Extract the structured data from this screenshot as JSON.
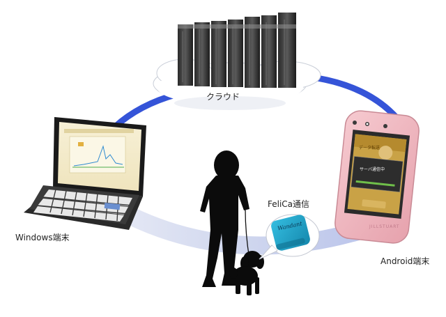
{
  "labels": {
    "cloud": "クラウド",
    "windows": "Windows端末",
    "android": "Android端末",
    "felica": "FeliCa通信"
  },
  "phone": {
    "title": "データ転送",
    "dialog_title": "サーバ通信中",
    "brand": "JILLSTUART"
  },
  "device": {
    "brand": "Wandant"
  },
  "colors": {
    "connection": "#3a55d8",
    "connection_faded": "#b8c3e8",
    "phone_case": "#f0b8c0",
    "felica_device": "#1fa2c8",
    "silhouette": "#0b0b0b"
  }
}
